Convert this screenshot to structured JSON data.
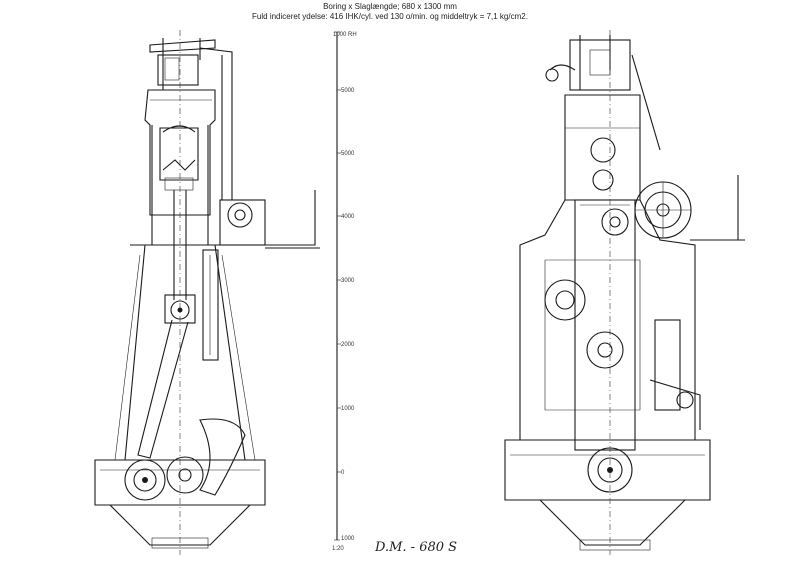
{
  "header": {
    "line1": "Boring x Slaglængde; 680 x 1300 mm",
    "line2": "Fuld indiceret ydelse: 416 IHK/cyl. ved 130 o/min. og middeltryk = 7,1 kg/cm2."
  },
  "scale": {
    "ticks": [
      "1000 RH",
      "5000",
      "5000",
      "4000",
      "3000",
      "2000",
      "1000",
      "0",
      "1000"
    ],
    "ratio": "1:20"
  },
  "signature": "D.M. - 680 S"
}
